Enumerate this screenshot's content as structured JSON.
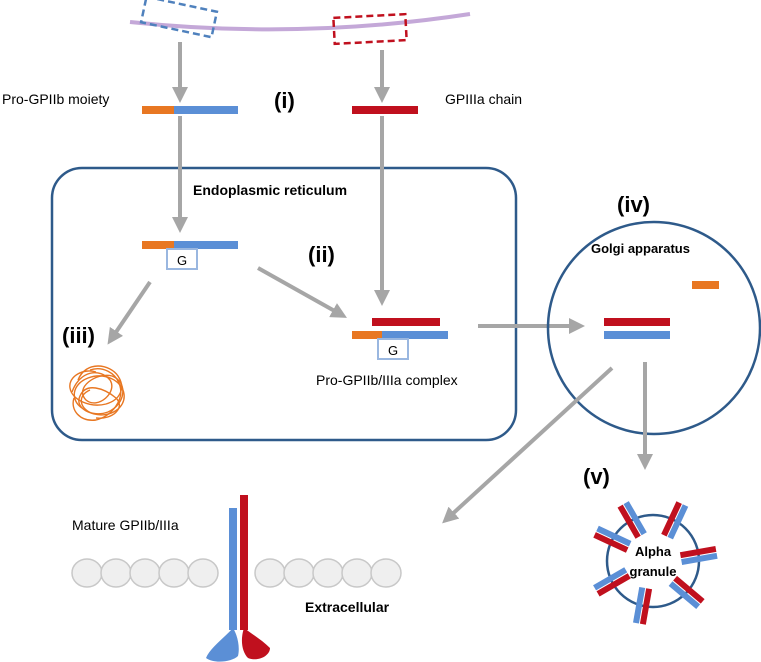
{
  "labels": {
    "pro_gpiib": "Pro-GPIIb moiety",
    "gpiiia": "GPIIIa chain",
    "er": "Endoplasmic reticulum",
    "golgi": "Golgi apparatus",
    "complex": "Pro-GPIIb/IIIa complex",
    "mature": "Mature GPIIb/IIIa",
    "extracellular": "Extracellular",
    "alpha_line1": "Alpha",
    "alpha_line2": "granule",
    "g_marker": "G"
  },
  "steps": {
    "i": "(i)",
    "ii": "(ii)",
    "iii": "(iii)",
    "iv": "(iv)",
    "v": "(v)"
  },
  "colors": {
    "gpiib_blue": "#5b8fd6",
    "gpiiia_red": "#c0101e",
    "pro_orange": "#e87722",
    "membrane_purple": "#c4a8d8",
    "compartment_outline": "#2e5a8a",
    "arrow_gray": "#a6a6a6"
  },
  "icons": {
    "misfolded": "tangled-coil-icon",
    "membrane": "lipid-bilayer-icon"
  }
}
